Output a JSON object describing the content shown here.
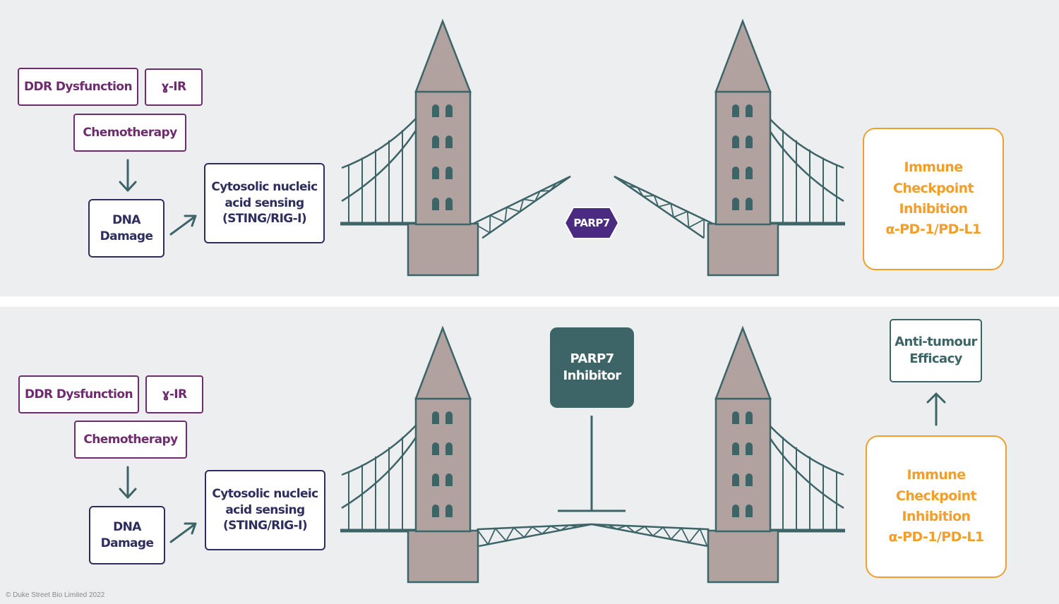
{
  "copyright": "© Duke Street Bio Limited 2022",
  "colors": {
    "background": "#eceef0",
    "purple": "#6e2c6e",
    "navy": "#2e2e5e",
    "teal": "#3d6467",
    "orange": "#f29e2a",
    "tower": "#b1a2a0",
    "parp7_hex": "#4b2a82"
  },
  "top_panel": {
    "ddr": "DDR Dysfunction",
    "ir": "ɣ-IR",
    "chemo": "Chemotherapy",
    "dna_damage": [
      "DNA",
      "Damage"
    ],
    "sensing": [
      "Cytosolic nucleic",
      "acid sensing",
      "(STING/RIG-I)"
    ],
    "parp7": "PARP7",
    "icb": [
      "Immune",
      "Checkpoint",
      "Inhibition",
      "α-PD-1/PD-L1"
    ]
  },
  "bottom_panel": {
    "ddr": "DDR Dysfunction",
    "ir": "ɣ-IR",
    "chemo": "Chemotherapy",
    "dna_damage": [
      "DNA",
      "Damage"
    ],
    "sensing": [
      "Cytosolic nucleic",
      "acid sensing",
      "(STING/RIG-I)"
    ],
    "inhibitor": [
      "PARP7",
      "Inhibitor"
    ],
    "efficacy": [
      "Anti-tumour",
      "Efficacy"
    ],
    "icb": [
      "Immune",
      "Checkpoint",
      "Inhibition",
      "α-PD-1/PD-L1"
    ]
  }
}
